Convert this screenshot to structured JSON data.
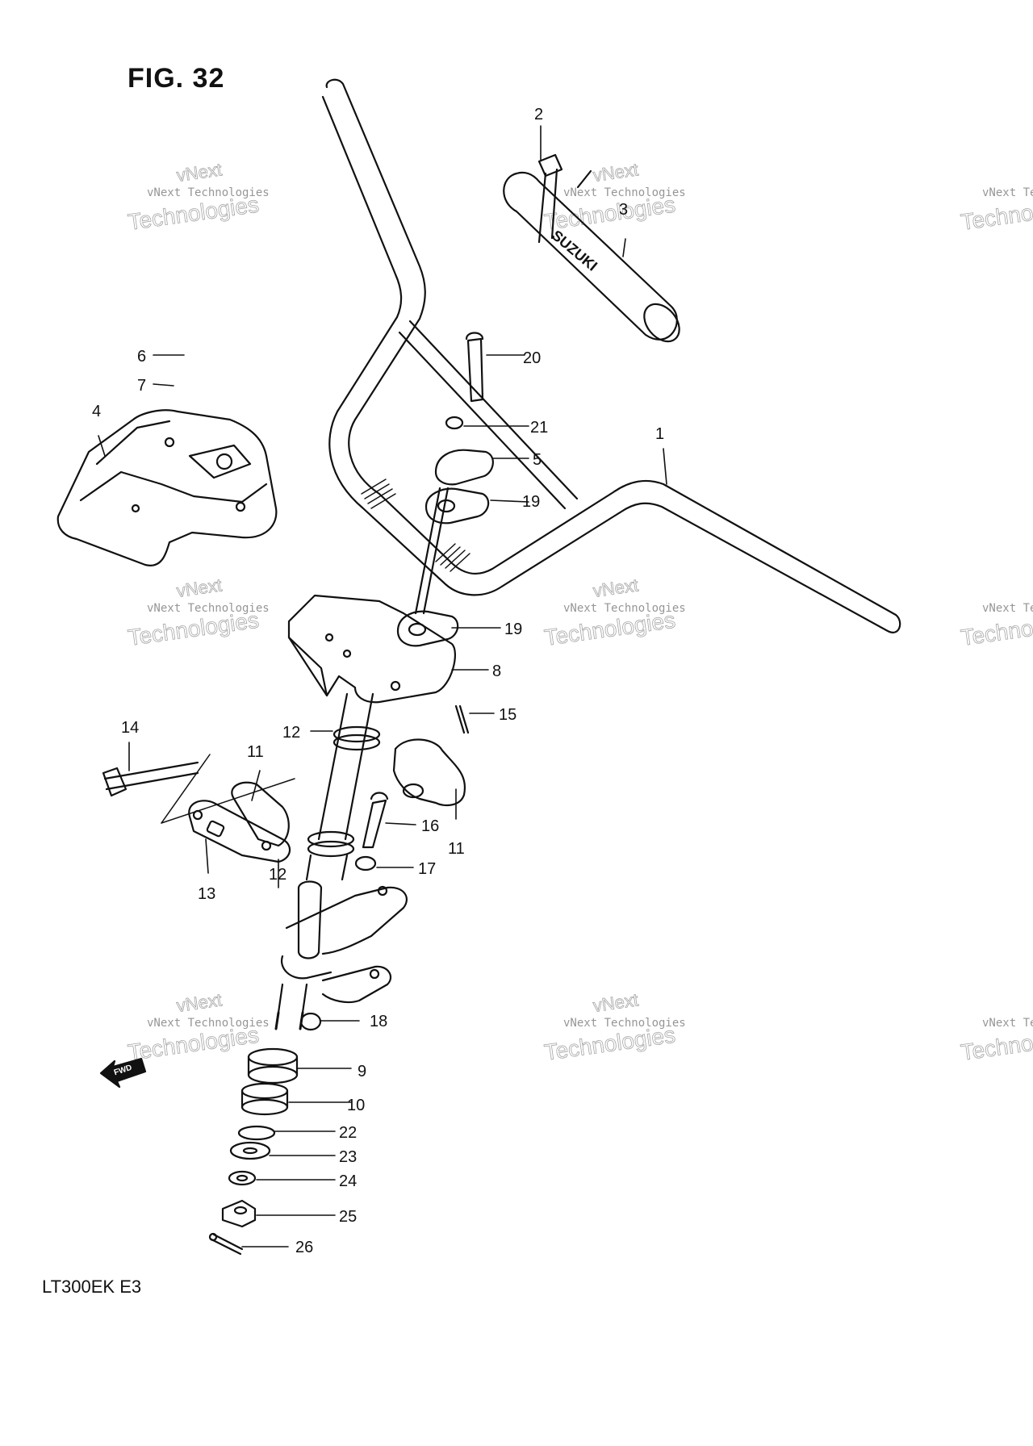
{
  "figure": {
    "title": "FIG. 32",
    "model_code": "LT300EK  E3",
    "fwd_label": "FWD",
    "brand_on_pad": "SUZUKI"
  },
  "watermark": {
    "line1": "vNext Technologies",
    "line2": "Technologies",
    "line3": "vNext"
  },
  "callouts": [
    "1",
    "2",
    "3",
    "4",
    "5",
    "6",
    "7",
    "8",
    "9",
    "10",
    "11",
    "11",
    "12",
    "12",
    "13",
    "14",
    "15",
    "16",
    "17",
    "18",
    "19",
    "19",
    "20",
    "21",
    "22",
    "23",
    "24",
    "25",
    "26"
  ]
}
